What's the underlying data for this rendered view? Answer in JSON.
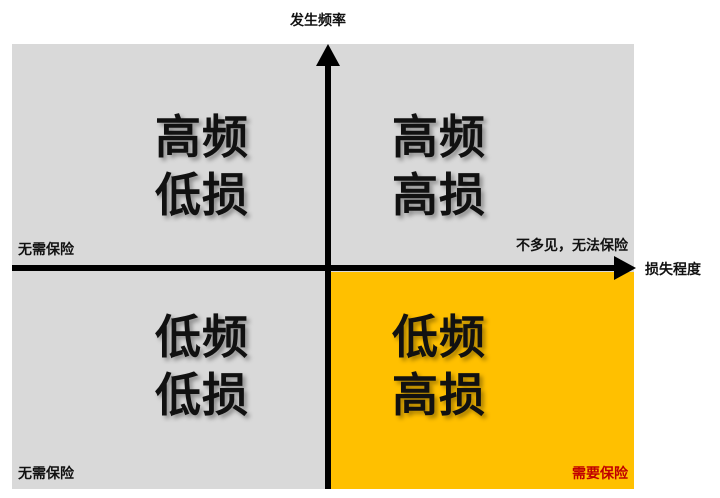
{
  "axes": {
    "y_label": "发生频率",
    "x_label": "损失程度"
  },
  "quadrants": {
    "top_left": {
      "line1": "高频",
      "line2": "低损",
      "fill": "#d9d9d9"
    },
    "top_right": {
      "line1": "高频",
      "line2": "高损",
      "fill": "#d9d9d9"
    },
    "bottom_left": {
      "line1": "低频",
      "line2": "低损",
      "fill": "#d9d9d9"
    },
    "bottom_right": {
      "line1": "低频",
      "line2": "高损",
      "fill": "#ffc000"
    }
  },
  "notes": {
    "left_mid": "无需保险",
    "right_mid": "不多见，无法保险",
    "left_bottom": "无需保险",
    "right_bottom": "需要保险"
  },
  "colors": {
    "background_quadrant": "#d9d9d9",
    "highlight_quadrant": "#ffc000",
    "highlight_text": "#c00000",
    "axis": "#000000"
  }
}
